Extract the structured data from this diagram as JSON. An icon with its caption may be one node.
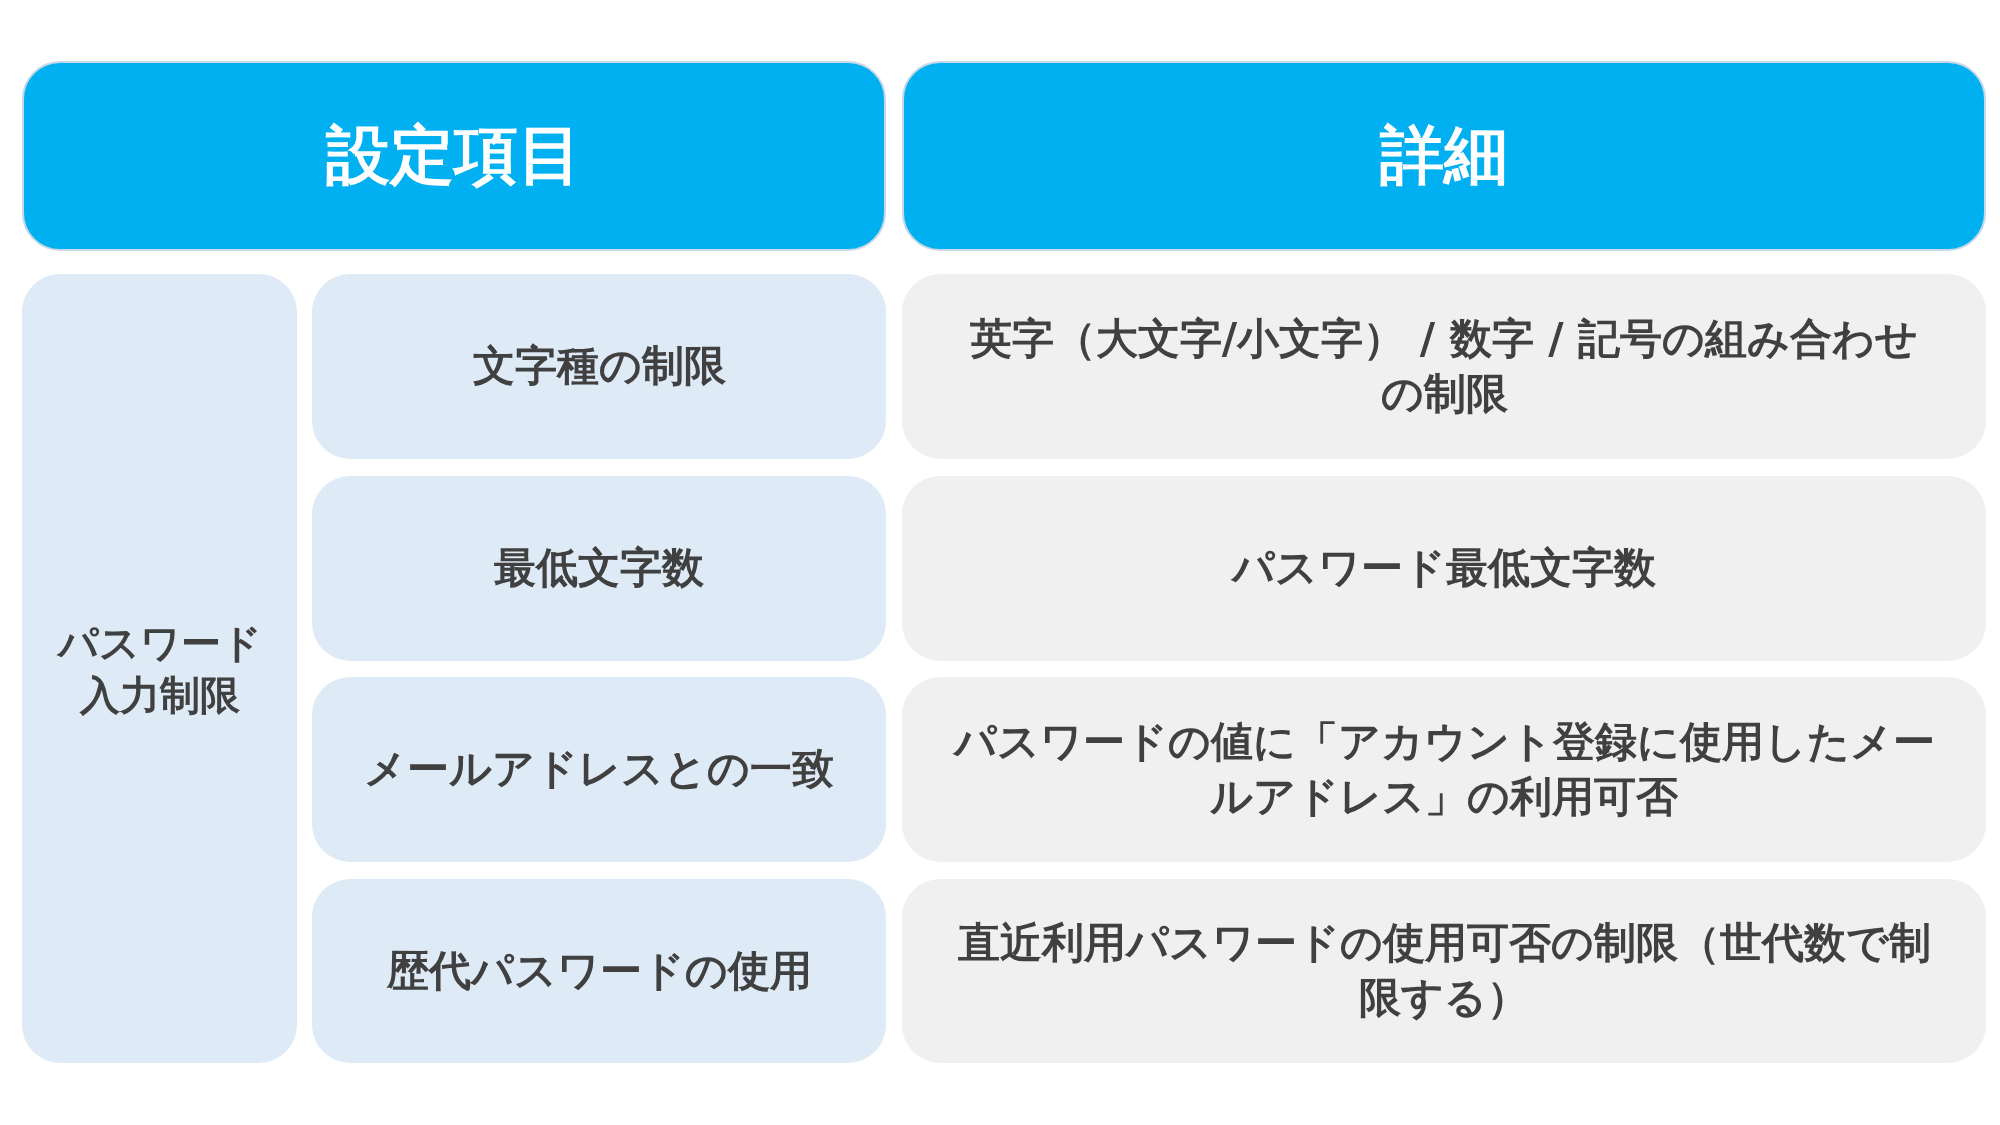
{
  "diagram": {
    "nodes": [
      {
        "text": [
          "設定項目"
        ]
      },
      {
        "text": [
          "詳細"
        ]
      },
      {
        "text": [
          "パスワード入力制限"
        ]
      },
      {
        "text": [
          "文字種の制限"
        ]
      },
      {
        "text": [
          "英字（大文字/小文字） / 数字 / 記号の組み合わせの制限"
        ]
      },
      {
        "text": [
          "最低文字数"
        ]
      },
      {
        "text": [
          "パスワード最低文字数"
        ]
      },
      {
        "text": [
          "メールアドレスとの一致"
        ]
      },
      {
        "text": [
          "パスワードの値に「アカウント登録に使用したメールアドレス」の利用可否"
        ]
      },
      {
        "text": [
          "歴代パスワードの使用"
        ]
      },
      {
        "text": [
          "直近利用パスワードの使用可否の制限（世代数で制限する）"
        ]
      }
    ]
  }
}
